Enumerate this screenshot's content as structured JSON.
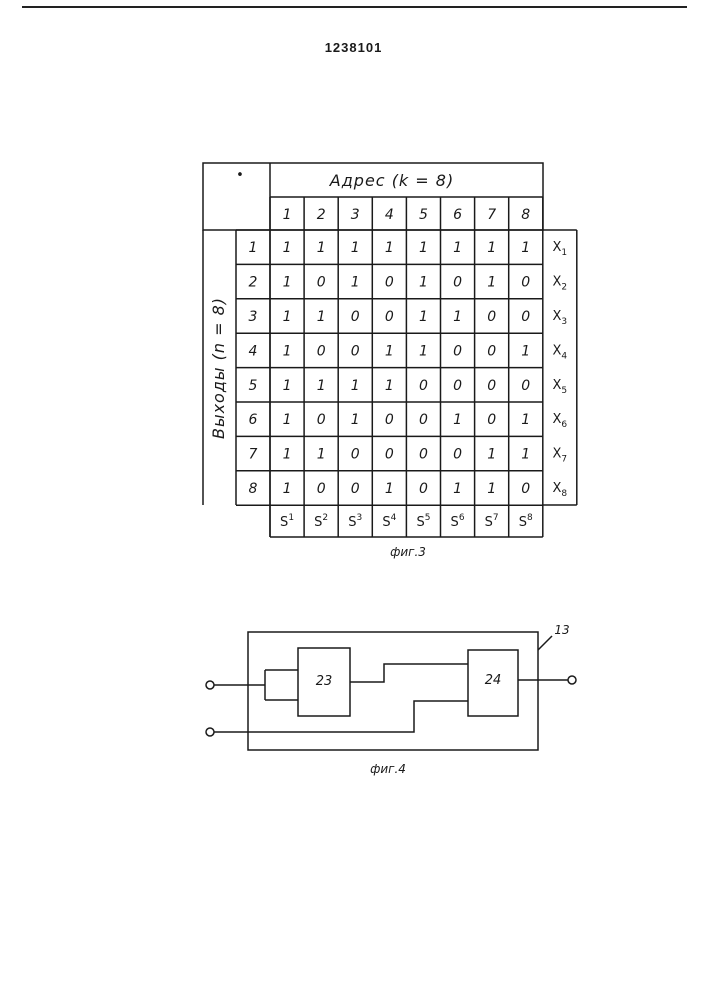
{
  "document": {
    "patent_number": "1238101"
  },
  "figure3": {
    "caption": "фиг.3",
    "address_header": "Адрес  (k = 8)",
    "outputs_label": "Выходы (n = 8)",
    "column_numbers": [
      "1",
      "2",
      "3",
      "4",
      "5",
      "6",
      "7",
      "8"
    ],
    "row_numbers": [
      "1",
      "2",
      "3",
      "4",
      "5",
      "6",
      "7",
      "8"
    ],
    "matrix": [
      [
        "1",
        "1",
        "1",
        "1",
        "1",
        "1",
        "1",
        "1"
      ],
      [
        "1",
        "0",
        "1",
        "0",
        "1",
        "0",
        "1",
        "0"
      ],
      [
        "1",
        "1",
        "0",
        "0",
        "1",
        "1",
        "0",
        "0"
      ],
      [
        "1",
        "0",
        "0",
        "1",
        "1",
        "0",
        "0",
        "1"
      ],
      [
        "1",
        "1",
        "1",
        "1",
        "0",
        "0",
        "0",
        "0"
      ],
      [
        "1",
        "0",
        "1",
        "0",
        "0",
        "1",
        "0",
        "1"
      ],
      [
        "1",
        "1",
        "0",
        "0",
        "0",
        "0",
        "1",
        "1"
      ],
      [
        "1",
        "0",
        "0",
        "1",
        "0",
        "1",
        "1",
        "0"
      ]
    ],
    "row_labels": [
      {
        "base": "X",
        "sub": "1"
      },
      {
        "base": "X",
        "sub": "2"
      },
      {
        "base": "X",
        "sub": "3"
      },
      {
        "base": "X",
        "sub": "4"
      },
      {
        "base": "X",
        "sub": "5"
      },
      {
        "base": "X",
        "sub": "6"
      },
      {
        "base": "X",
        "sub": "7"
      },
      {
        "base": "X",
        "sub": "8"
      }
    ],
    "column_labels": [
      {
        "base": "S",
        "sup": "1"
      },
      {
        "base": "S",
        "sup": "2"
      },
      {
        "base": "S",
        "sup": "3"
      },
      {
        "base": "S",
        "sup": "4"
      },
      {
        "base": "S",
        "sup": "5"
      },
      {
        "base": "S",
        "sup": "6"
      },
      {
        "base": "S",
        "sup": "7"
      },
      {
        "base": "S",
        "sup": "8"
      }
    ]
  },
  "figure4": {
    "caption": "фиг.4",
    "block_a": "23",
    "block_b": "24",
    "unit_ref": "13"
  }
}
